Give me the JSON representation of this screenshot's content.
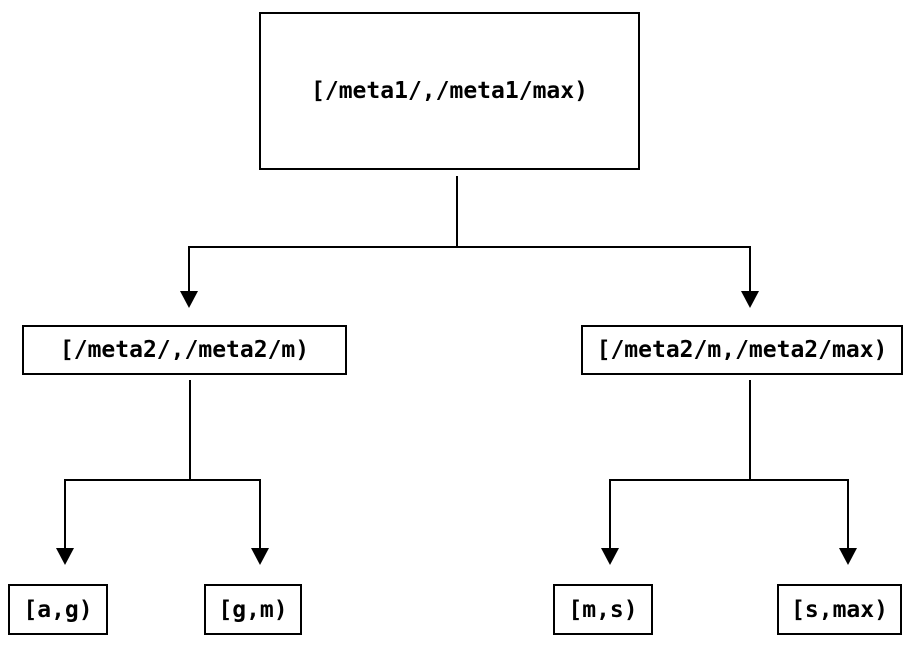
{
  "colors": {
    "background": "#ffffff",
    "line": "#000000",
    "box_border": "#000000",
    "text": "#000000"
  },
  "tree": {
    "root": {
      "label": "[/meta1/,/meta1/max)",
      "children": [
        "left_mid",
        "right_mid"
      ]
    },
    "left_mid": {
      "label": "[/meta2/,/meta2/m)",
      "children": [
        "leaf_ag",
        "leaf_gm"
      ]
    },
    "right_mid": {
      "label": "[/meta2/m,/meta2/max)",
      "children": [
        "leaf_ms",
        "leaf_smax"
      ]
    },
    "leaf_ag": {
      "label": "[a,g)"
    },
    "leaf_gm": {
      "label": "[g,m)"
    },
    "leaf_ms": {
      "label": "[m,s)"
    },
    "leaf_smax": {
      "label": "[s,max)"
    }
  }
}
